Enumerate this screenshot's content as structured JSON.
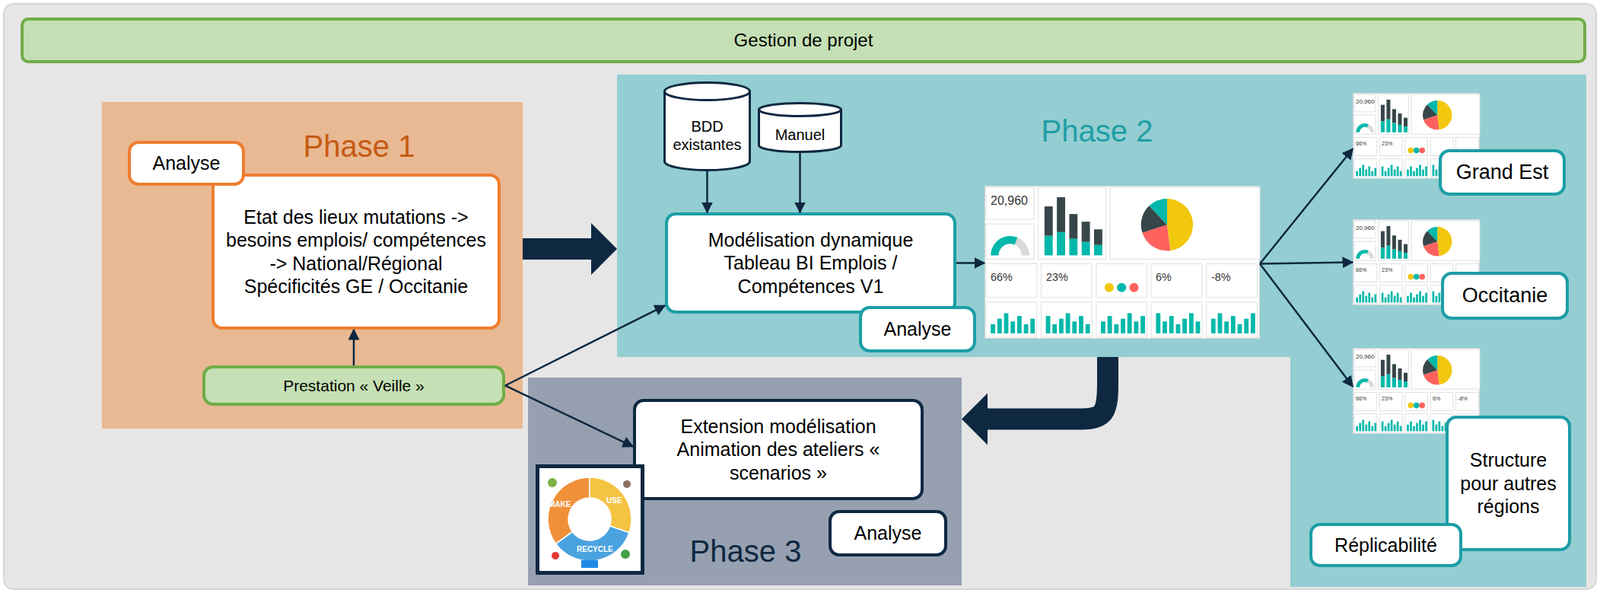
{
  "diagram": {
    "nodes": [
      {
        "text": [
          "Gestion de projet"
        ]
      },
      {
        "text": [
          "Phase 1"
        ]
      },
      {
        "text": [
          "Analyse"
        ],
        "in": 1
      },
      {
        "text": [
          "Etat des lieux mutations -> besoins emplois/ compétences -> National/Régional Spécificités GE / Occitanie"
        ],
        "in": 1
      },
      {
        "text": [
          "Prestation « Veille »"
        ],
        "in": 1
      },
      {
        "text": [
          "Phase 2"
        ]
      },
      {
        "text": [
          "BDD existantes"
        ],
        "in": 5
      },
      {
        "text": [
          "Manuel"
        ],
        "in": 5
      },
      {
        "text": [
          "Modélisation dynamique Tableau BI Emplois / Compétences V1"
        ],
        "in": 5
      },
      {
        "text": [
          "Analyse"
        ],
        "in": 5
      },
      {
        "text": [
          "20,960",
          "66%",
          "23%",
          "6%",
          "-8%"
        ],
        "in": 5
      },
      {
        "text": [
          "20,960",
          "66%",
          "23%"
        ],
        "in": 5
      },
      {
        "text": [
          "Grand Est"
        ],
        "in": 5
      },
      {
        "text": [
          "20,960",
          "66%",
          "23%"
        ],
        "in": 5
      },
      {
        "text": [
          "Occitanie"
        ],
        "in": 5
      },
      {
        "text": [
          "20,960",
          "66%",
          "23%",
          "6%",
          "-8%"
        ],
        "in": 5
      },
      {
        "text": [
          "Structure pour autres régions"
        ],
        "in": 5
      },
      {
        "text": [
          "Réplicabilité"
        ],
        "in": 5
      },
      {
        "text": [
          "Phase 3"
        ]
      },
      {
        "text": [
          "Extension modélisation Animation des ateliers « scenarios »"
        ],
        "in": 18
      },
      {
        "text": [
          "Analyse"
        ],
        "in": 18
      }
    ],
    "edges": [
      {
        "from": 1,
        "to": 5,
        "arrow": "to"
      },
      {
        "from": 4,
        "to": 3,
        "arrow": "to"
      },
      {
        "from": 4,
        "to": 8,
        "arrow": "to"
      },
      {
        "from": 4,
        "to": 19,
        "arrow": "to"
      },
      {
        "from": 6,
        "to": 8,
        "arrow": "to"
      },
      {
        "from": 7,
        "to": 8,
        "arrow": "to"
      },
      {
        "from": 8,
        "to": 10,
        "arrow": "to"
      },
      {
        "from": 10,
        "to": 11,
        "arrow": "to"
      },
      {
        "from": 10,
        "to": 13,
        "arrow": "to"
      },
      {
        "from": 10,
        "to": 15,
        "arrow": "to"
      },
      {
        "from": 5,
        "to": 18,
        "arrow": "to"
      }
    ],
    "labels": [
      "MAKE",
      "USE",
      "RECYCLE"
    ]
  }
}
